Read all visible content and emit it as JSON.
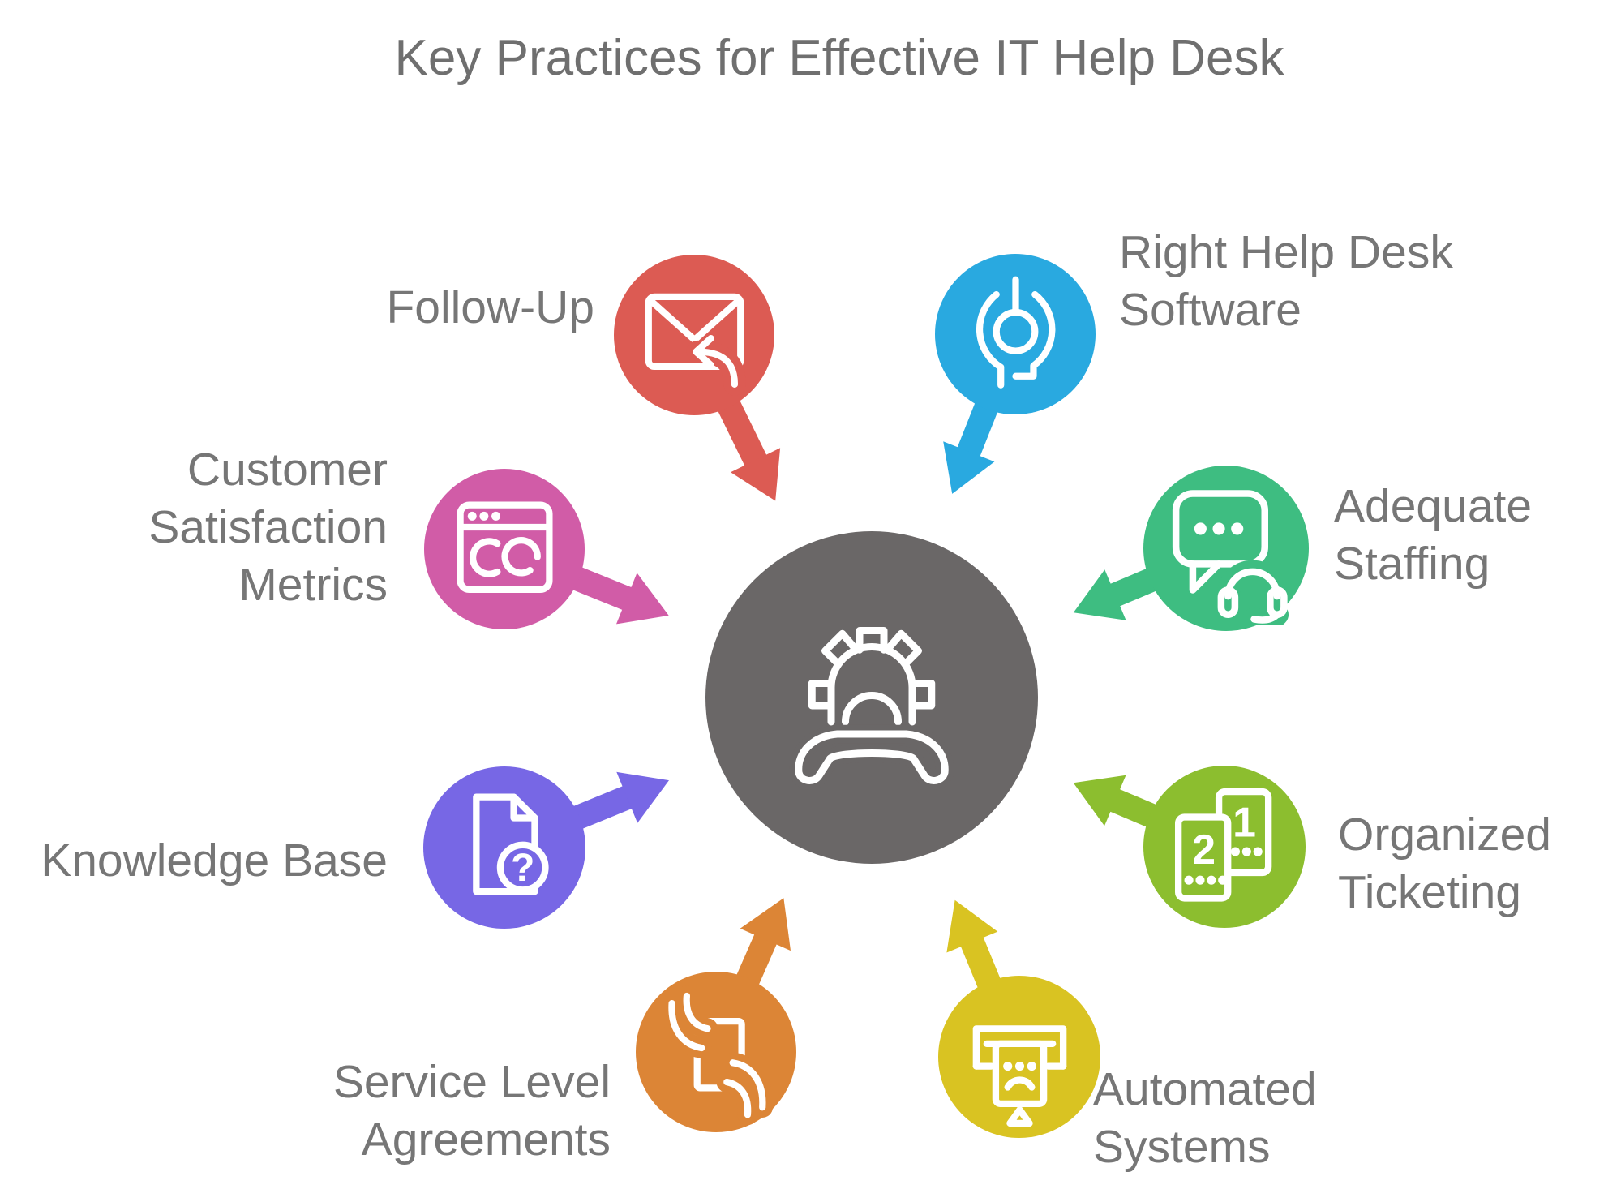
{
  "title": "Key Practices for Effective IT Help Desk",
  "background_color": "#ffffff",
  "text_color": "#767676",
  "hub": {
    "color": "#6A6767",
    "icon": "gear-handset-icon"
  },
  "items": [
    {
      "id": "follow-up",
      "label": "Follow-Up",
      "color": "#DC5B53",
      "icon": "envelope-reply-icon"
    },
    {
      "id": "right-help-desk-software",
      "label": "Right Help Desk\nSoftware",
      "color": "#29A9E0",
      "icon": "support-headset-icon"
    },
    {
      "id": "adequate-staffing",
      "label": "Adequate\nStaffing",
      "color": "#3EBD81",
      "icon": "chat-headset-icon"
    },
    {
      "id": "organized-ticketing",
      "label": "Organized\nTicketing",
      "color": "#8CBE2F",
      "icon": "numbered-tickets-icon"
    },
    {
      "id": "automated-systems",
      "label": "Automated\nSystems",
      "color": "#D9C322",
      "icon": "ticket-dispenser-icon"
    },
    {
      "id": "service-level-agreements",
      "label": "Service Level\nAgreements",
      "color": "#DC8536",
      "icon": "document-hands-icon"
    },
    {
      "id": "knowledge-base",
      "label": "Knowledge Base",
      "color": "#7767E5",
      "icon": "document-question-icon"
    },
    {
      "id": "customer-satisfaction-metrics",
      "label": "Customer\nSatisfaction\nMetrics",
      "color": "#D15CA7",
      "icon": "browser-metrics-icon"
    }
  ]
}
